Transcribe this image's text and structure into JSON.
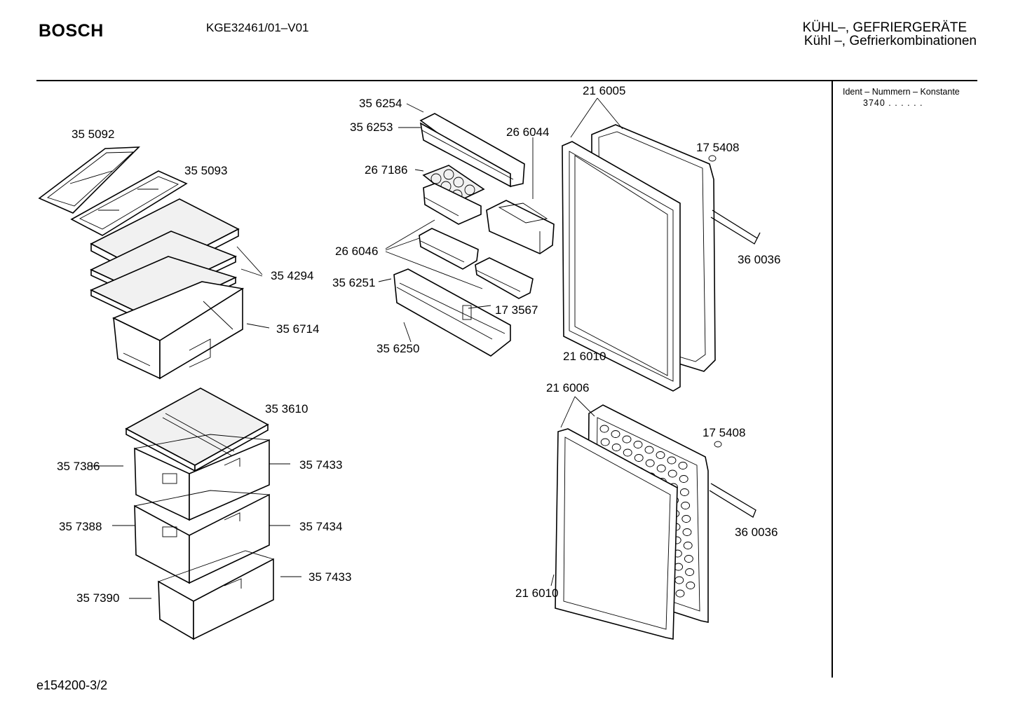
{
  "header": {
    "brand": "BOSCH",
    "model": "KGE32461/01–V01",
    "category_line1": "KÜHL–, GEFRIERGERÄTE",
    "category_line2": "Kühl –, Gefrierkombinationen"
  },
  "sidebar": {
    "ident_label": "Ident – Nummern – Konstante",
    "ident_value": "3740 . .   . . . ."
  },
  "footer": {
    "drawing_id": "e154200-3/2"
  },
  "parts": [
    "35 5092",
    "35 5093",
    "35 4294",
    "35 6714",
    "35 3610",
    "35 7386",
    "35 7433",
    "35 7388",
    "35 7434",
    "35 7433",
    "35 7390",
    "35 6254",
    "35 6253",
    "26 7186",
    "26 6044",
    "26 6046",
    "35 6251",
    "17 3567",
    "35 6250",
    "21 6005",
    "17 5408",
    "36 0036",
    "21 6010",
    "21 6006",
    "17 5408",
    "36 0036",
    "21 6010"
  ]
}
